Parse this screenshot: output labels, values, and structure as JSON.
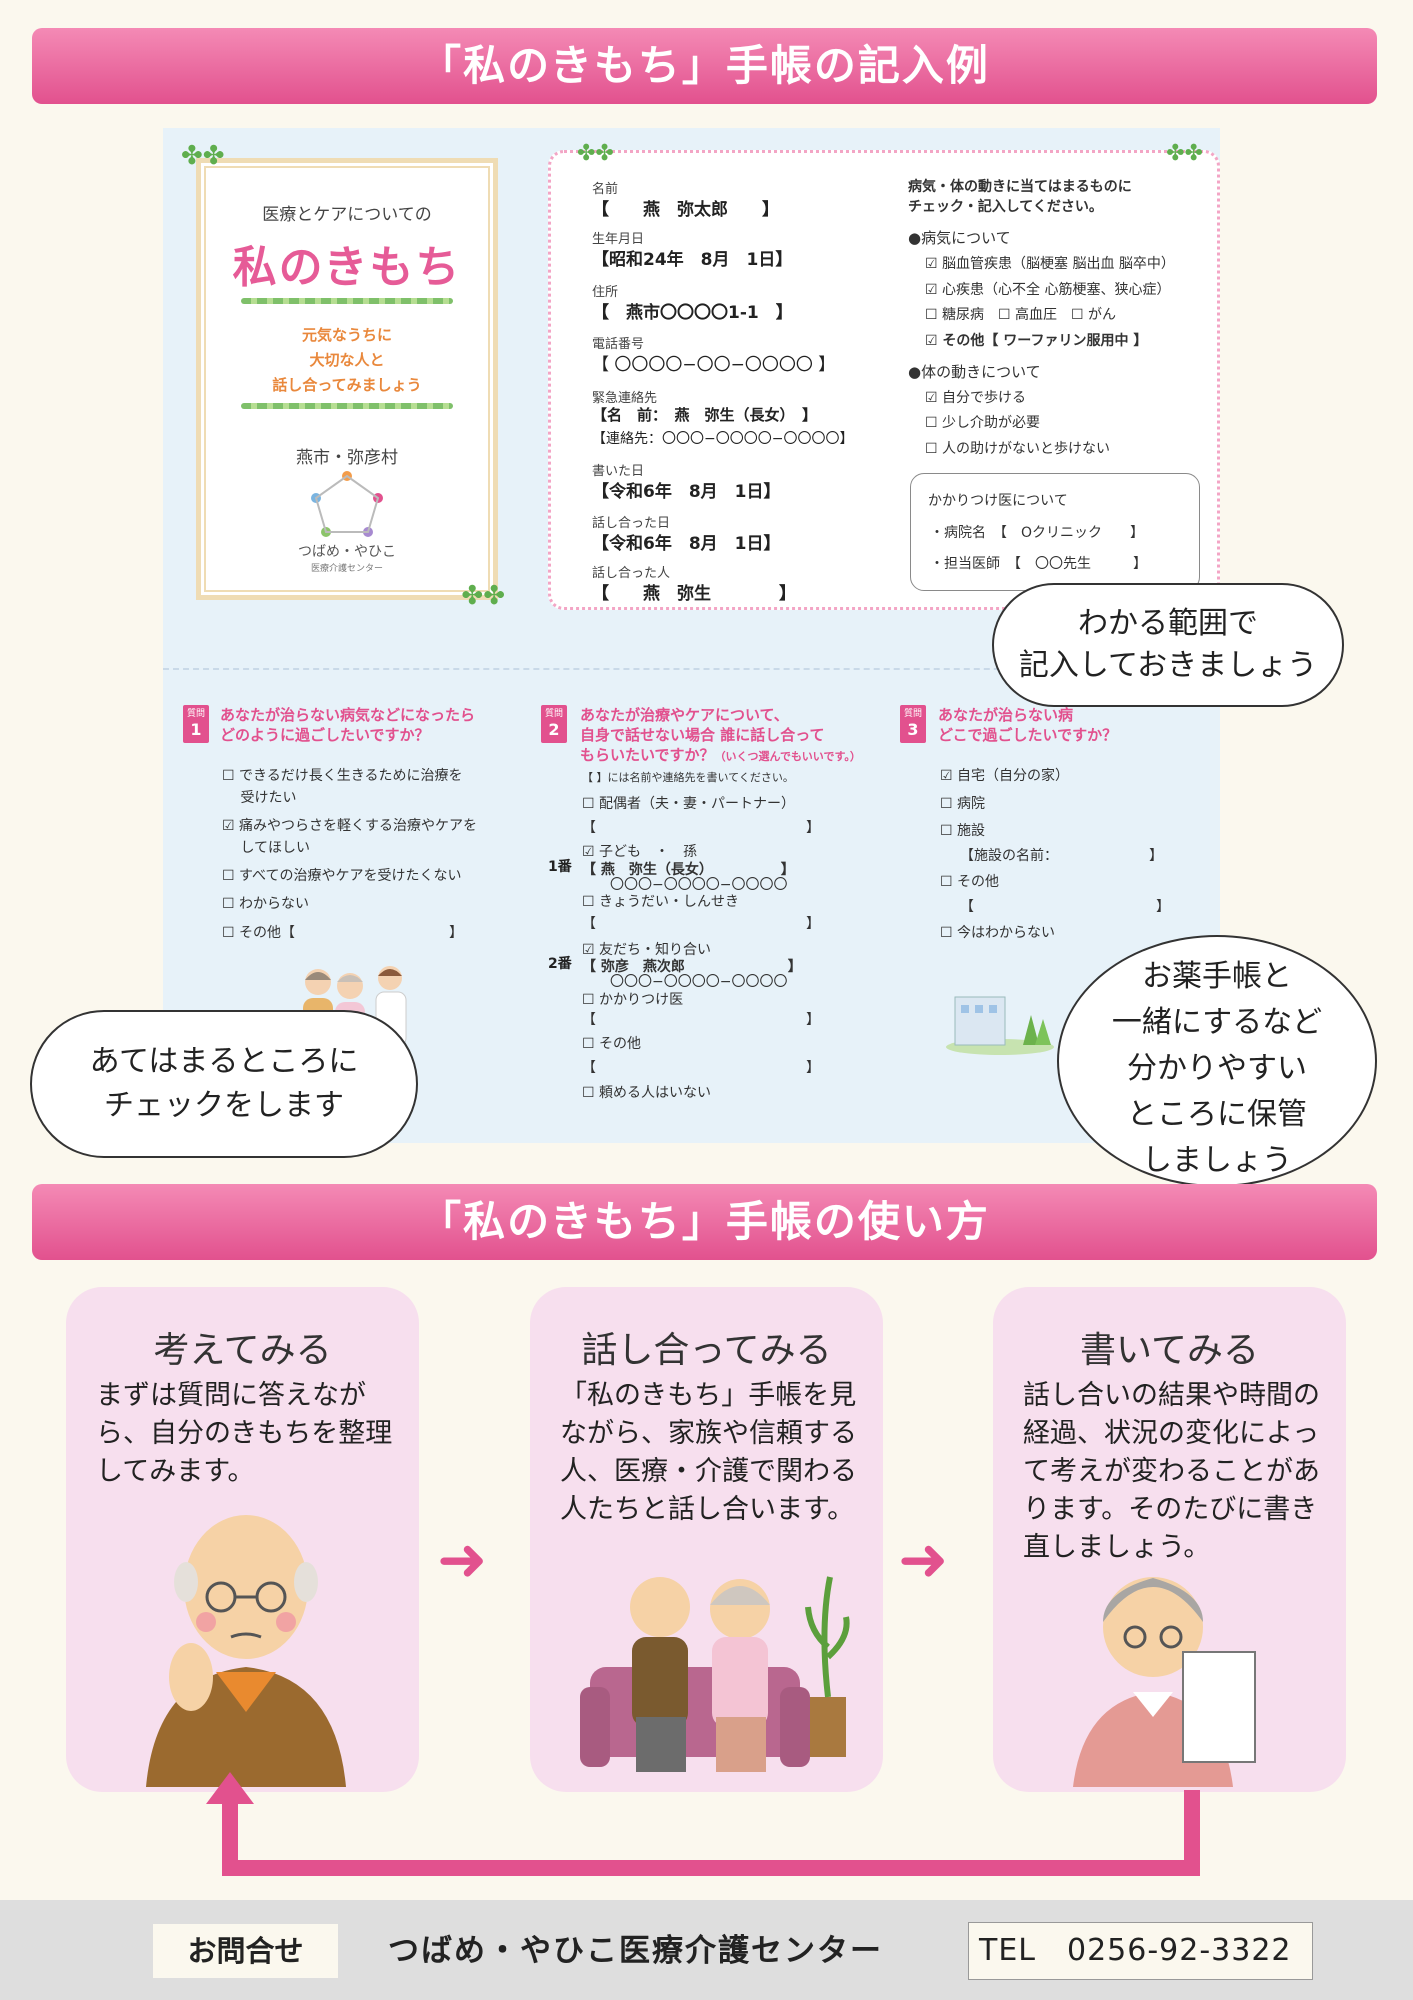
{
  "header_example": "「私のきもち」手帳の記入例",
  "header_usage": "「私のきもち」手帳の使い方",
  "cover": {
    "subtitle": "医療とケアについての",
    "title": "私のきもち",
    "message": [
      "元気なうちに",
      "大切な人と",
      "話し合ってみましょう"
    ],
    "area": "燕市・弥彦村",
    "org": "つばめ・やひこ",
    "org_sub": "医療介護センター"
  },
  "form": {
    "name_label": "名前",
    "name_value": "【　　燕　弥太郎　　】",
    "birth_label": "生年月日",
    "birth_value": "【昭和24年　8月　1日】",
    "address_label": "住所",
    "address_value": "【　燕市〇〇〇〇1-1　】",
    "phone_label": "電話番号",
    "phone_value": "【 〇〇〇〇−〇〇−〇〇〇〇 】",
    "emergency_label": "緊急連絡先",
    "emergency_name": "【名　前：　燕　弥生（長女）　】",
    "emergency_tel": "【連絡先：〇〇〇−〇〇〇〇−〇〇〇〇】",
    "written_label": "書いた日",
    "written_value": "【令和6年　8月　1日】",
    "talked_label": "話し合った日",
    "talked_value": "【令和6年　8月　1日】",
    "talked_with_label": "話し合った人",
    "talked_with_value": "【　　燕　弥生　　　　】"
  },
  "conditions": {
    "instruction": [
      "病気・体の動きに当てはまるものに",
      "チェック・記入してください。"
    ],
    "disease_head": "●病気について",
    "disease_items": [
      "☑ 脳血管疾患（脳梗塞 脳出血 脳卒中）",
      "☑ 心疾患（心不全 心筋梗塞、狭心症）",
      "☐ 糖尿病　☐ 高血圧　☐ がん",
      "☑ その他【 ワーファリン服用中 】"
    ],
    "movement_head": "●体の動きについて",
    "movement_items": [
      "☑ 自分で歩ける",
      "☐ 少し介助が必要",
      "☐ 人の助けがないと歩けない"
    ],
    "doctor_head": "かかりつけ医について",
    "hospital": "・病院名　【　Oクリニック　　】",
    "doctor": "・担当医師　【　〇〇先生　　　】"
  },
  "questions": [
    {
      "tag": "質問",
      "num": "1",
      "text": [
        "あなたが治らない病気などになったら",
        "どのように過ごしたいですか？"
      ],
      "options": [
        "☐ できるだけ長く生きるために治療を",
        "　 受けたい",
        "☑ 痛みやつらさを軽くする治療やケアを",
        "　 してほしい",
        "☐ すべての治療やケアを受けたくない",
        "☐ わからない",
        "☐ その他【　　　　　　　　　　　】"
      ]
    },
    {
      "tag": "質問",
      "num": "2",
      "text": [
        "あなたが治療やケアについて、",
        "自身で話せない場合 誰に話し合って",
        "もらいたいですか？"
      ],
      "note": "（いくつ選んでもいいです。）",
      "note2": "【 】には名前や連絡先を書いてください。",
      "options": [
        "☐ 配偶者（夫・妻・パートナー）",
        "【　　　　　　　　　　　　　　　】",
        "☑ 子ども　・　孫",
        "【 燕　弥生（長女）　　　　　 】",
        "　　〇〇〇−〇〇〇〇−〇〇〇〇",
        "☐ きょうだい・しんせき",
        "【　　　　　　　　　　　　　　　】",
        "☑ 友だち・知り合い",
        "【 弥彦　燕次郎　　　　　　　 】",
        "　　〇〇〇−〇〇〇〇−〇〇〇〇",
        "☐ かかりつけ医",
        "【　　　　　　　　　　　　　　　】",
        "☐ その他",
        "【　　　　　　　　　　　　　　　】",
        "☐ 頼める人はいない"
      ],
      "rank1": "1番",
      "rank2": "2番"
    },
    {
      "tag": "質問",
      "num": "3",
      "text": [
        "あなたが治らない病",
        "どこで過ごしたいですか？"
      ],
      "options": [
        "☑ 自宅（自分の家）",
        "☐ 病院",
        "☐ 施設",
        "【施設の名前：　　　　　　　】",
        "☐ その他",
        "【　　　　　　　　　　　　　】",
        "☐ 今はわからない"
      ]
    }
  ],
  "bubbles": {
    "range": [
      "わかる範囲で",
      "記入しておきましょう"
    ],
    "check": [
      "あてはまるところに",
      "チェックをします"
    ],
    "storage": [
      "お薬手帳と",
      "一緒にするなど",
      "分かりやすい",
      "ところに保管",
      "しましょう"
    ]
  },
  "steps": [
    {
      "title": "考えてみる",
      "text": "まずは質問に答えながら、自分のきもちを整理してみます。"
    },
    {
      "title": "話し合ってみる",
      "text": "「私のきもち」手帳を見ながら、家族や信頼する人、医療・介護で関わる人たちと話し合います。"
    },
    {
      "title": "書いてみる",
      "text": "話し合いの結果や時間の経過、状況の変化によって考えが変わることがあります。そのたびに書き直しましょう。"
    }
  ],
  "footer": {
    "label": "お問合せ",
    "name": "つばめ・やひこ医療介護センター",
    "tel": "TEL　0256-92-3322"
  },
  "colors": {
    "accent": "#e2518e",
    "usage_box": "#f7dfee",
    "example_bg": "#e7f2f9"
  }
}
